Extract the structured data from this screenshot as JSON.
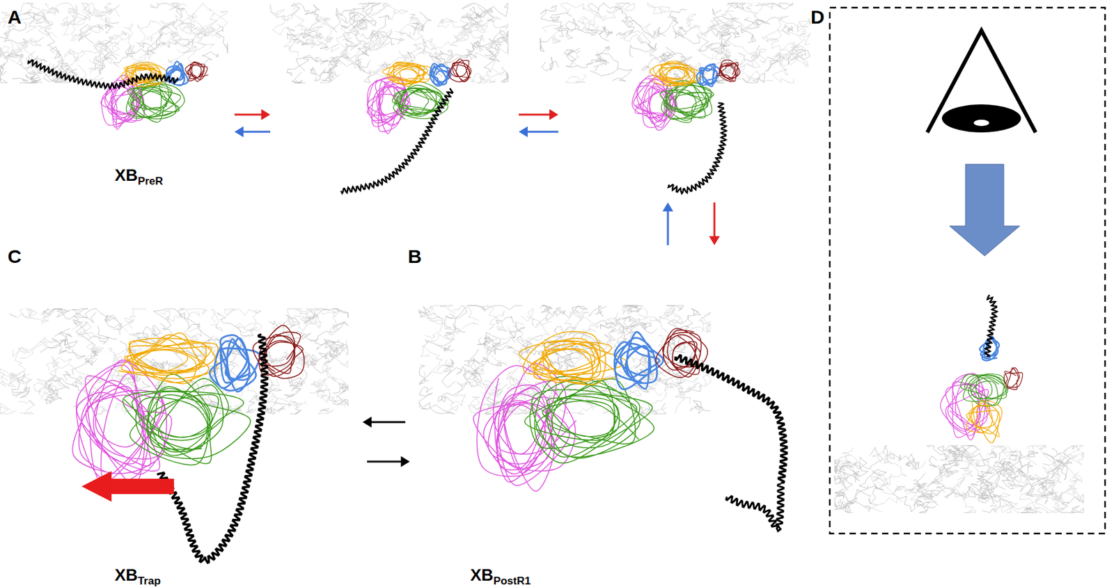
{
  "diagram": {
    "labels": [
      "A",
      "B",
      "C",
      "D",
      "XB",
      "PreR",
      "XB",
      "PostR1",
      "XB",
      "Trap"
    ]
  }
}
